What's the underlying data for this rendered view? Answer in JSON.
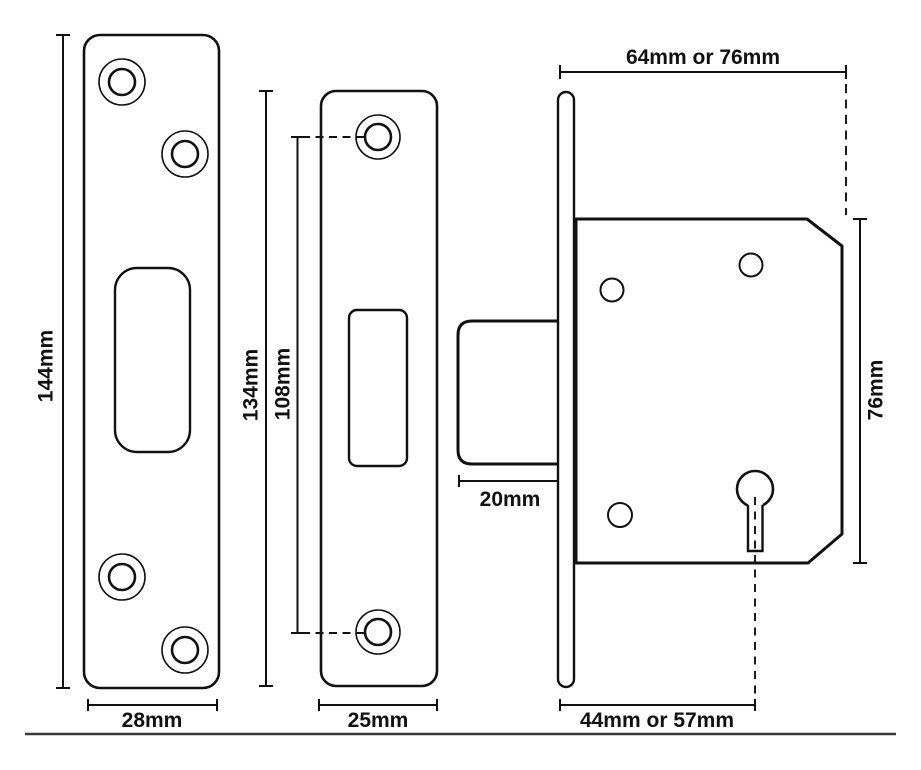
{
  "colors": {
    "line": "#111111",
    "background": "#ffffff",
    "baseline_rule": "#3b3b3b"
  },
  "views": {
    "strike_plate": {
      "height": "144mm",
      "width": "28mm"
    },
    "faceplate": {
      "height": "134mm",
      "screw_centres": "108mm",
      "width": "25mm"
    },
    "lock_case": {
      "case_depth": "64mm or 76mm",
      "case_height": "76mm",
      "backset": "44mm or 57mm",
      "bolt_depth": "20mm"
    }
  }
}
